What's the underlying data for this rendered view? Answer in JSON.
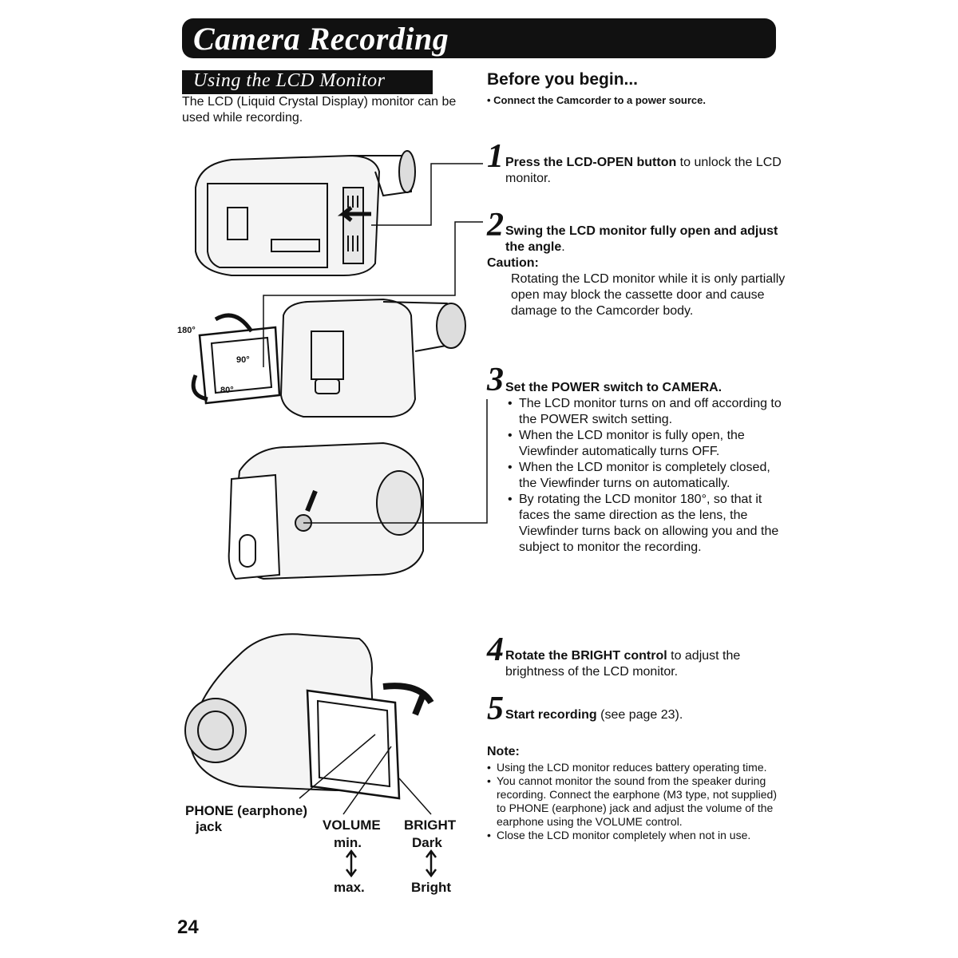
{
  "header": {
    "title": "Camera Recording"
  },
  "section": {
    "title": "Using the LCD Monitor",
    "intro": "The LCD (Liquid Crystal Display) monitor can be used while recording."
  },
  "before": {
    "heading": "Before you begin...",
    "item": "• Connect the Camcorder to a power source."
  },
  "steps": [
    {
      "num": "1",
      "bold": "Press the LCD-OPEN button",
      "rest": " to unlock the LCD monitor."
    },
    {
      "num": "2",
      "bold": "Swing the LCD monitor fully open and adjust the angle",
      "rest": ".",
      "caution_head": "Caution:",
      "caution_body": "Rotating the LCD monitor while it is only partially open may block the cassette door and cause damage to the Camcorder body."
    },
    {
      "num": "3",
      "bold": "Set the POWER switch to CAMERA.",
      "rest": "",
      "bullets": [
        "The LCD monitor turns on and off according to the POWER switch setting.",
        "When the LCD monitor is fully open, the Viewfinder automatically turns OFF.",
        "When the LCD monitor is completely closed, the Viewfinder turns on automatically.",
        "By rotating the LCD monitor 180°, so that it faces the same direction as the lens, the Viewfinder turns back on allowing you and the subject to monitor the recording."
      ]
    },
    {
      "num": "4",
      "bold": "Rotate the BRIGHT control",
      "rest": " to adjust the brightness of the LCD monitor."
    },
    {
      "num": "5",
      "bold": "Start recording",
      "rest": " (see page 23)."
    }
  ],
  "note": {
    "heading": "Note:",
    "items": [
      "Using the LCD monitor reduces battery operating time.",
      "You cannot monitor the sound from the speaker during recording. Connect the earphone (M3 type, not supplied) to PHONE (earphone) jack and adjust the volume of the earphone using the VOLUME control.",
      "Close the LCD monitor completely when not in use."
    ]
  },
  "figure": {
    "angle_180": "180°",
    "angle_90": "90°",
    "angle_80": "80°",
    "phone_label": "PHONE (earphone)",
    "phone_label2": "jack",
    "volume_label": "VOLUME",
    "volume_min": "min.",
    "volume_max": "max.",
    "bright_label": "BRIGHT",
    "bright_dark": "Dark",
    "bright_bright": "Bright"
  },
  "page_number": "24"
}
